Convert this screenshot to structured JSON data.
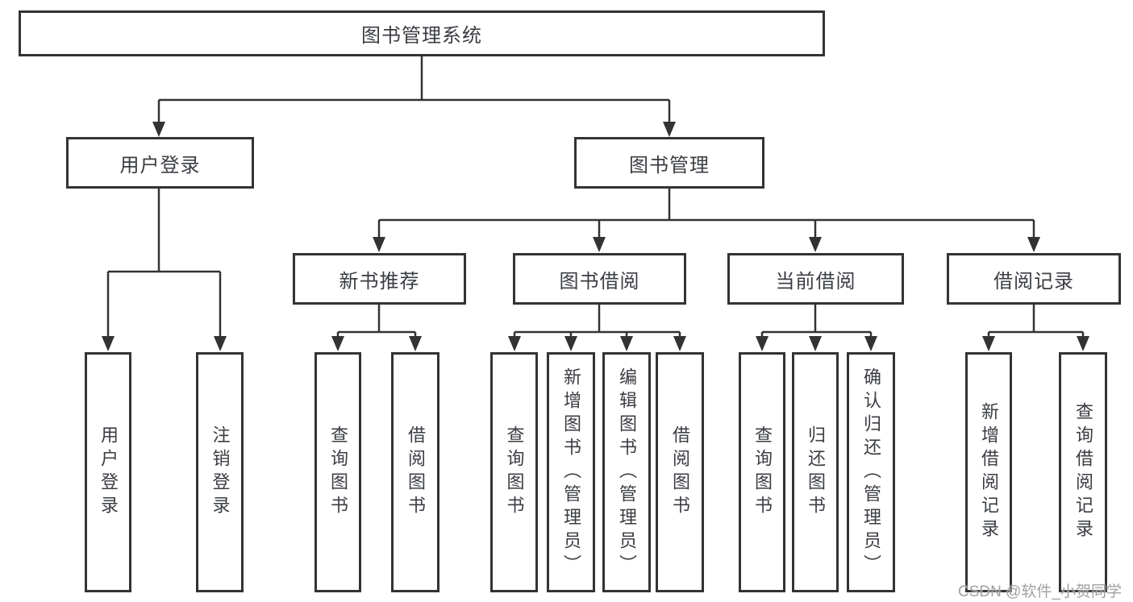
{
  "watermark": "CSDN @软件_小贺同学",
  "tree": {
    "root": "图书管理系统",
    "user": {
      "label": "用户登录",
      "children": [
        "用户登录",
        "注销登录"
      ]
    },
    "mgmt": {
      "label": "图书管理",
      "groups": [
        {
          "label": "新书推荐",
          "children": [
            "查询图书",
            "借阅图书"
          ]
        },
        {
          "label": "图书借阅",
          "children": [
            "查询图书",
            "新增图书（管理员）",
            "编辑图书（管理员）",
            "借阅图书"
          ]
        },
        {
          "label": "当前借阅",
          "children": [
            "查询图书",
            "归还图书",
            "确认归还（管理员）"
          ]
        },
        {
          "label": "借阅记录",
          "children": [
            "新增借阅记录",
            "查询借阅记录"
          ]
        }
      ]
    }
  }
}
